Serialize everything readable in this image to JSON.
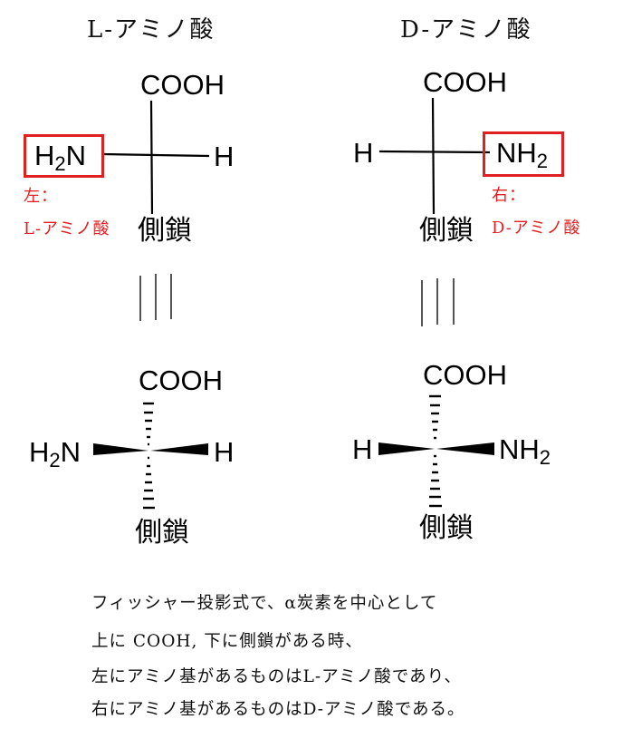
{
  "titles": {
    "l": "L-アミノ酸",
    "d": "D-アミノ酸"
  },
  "fischer_l": {
    "top": "COOH",
    "left_main": "H",
    "left_sub": "2",
    "left_tail": "N",
    "right": "H",
    "bottom": "側鎖",
    "highlight_color": "#e02020",
    "note_line1": "左：",
    "note_line2": "L-アミノ酸"
  },
  "fischer_d": {
    "top": "COOH",
    "left": "H",
    "right_main": "NH",
    "right_sub": "2",
    "bottom": "側鎖",
    "highlight_color": "#e02020",
    "note_line1": "右：",
    "note_line2": "D-アミノ酸"
  },
  "equivalence_symbol": "≡ (vertical triple line)",
  "wedge_l": {
    "top": "COOH",
    "left_main": "H",
    "left_sub": "2",
    "left_tail": "N",
    "right": "H",
    "bottom": "側鎖"
  },
  "wedge_d": {
    "top": "COOH",
    "left": "H",
    "right_main": "NH",
    "right_sub": "2",
    "bottom": "側鎖"
  },
  "explanation": {
    "line1": "フィッシャー投影式で、α炭素を中心として",
    "line2": "上に COOH, 下に側鎖がある時、",
    "line3": "左にアミノ基があるものはL-アミノ酸であり、",
    "line4": "右にアミノ基があるものはD-アミノ酸である。"
  }
}
